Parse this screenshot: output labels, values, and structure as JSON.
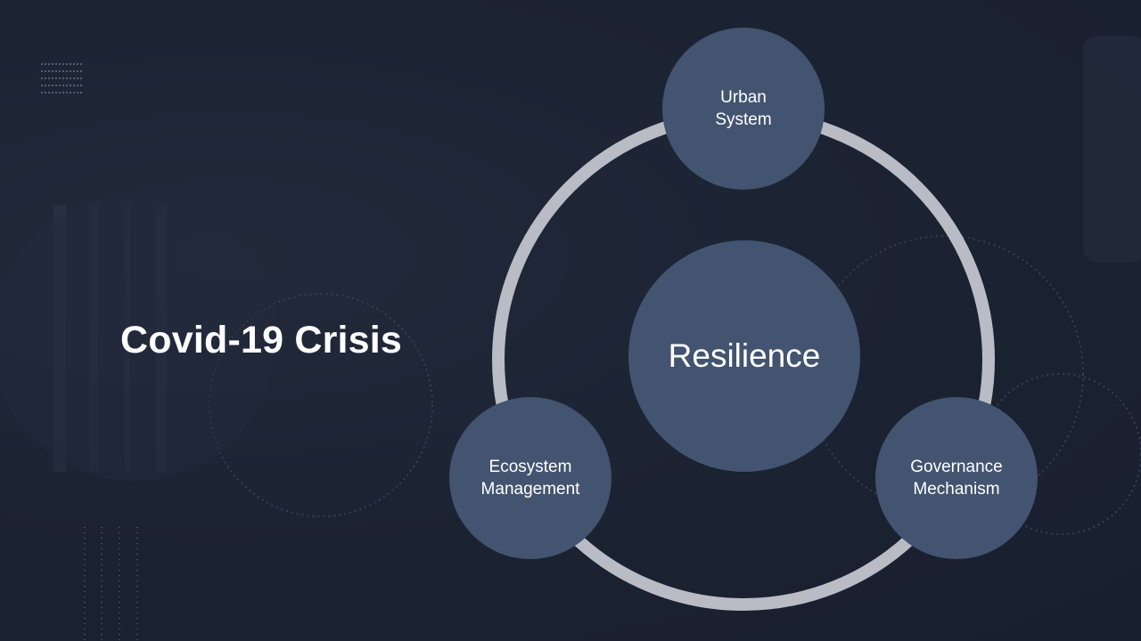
{
  "slide": {
    "title": "Covid-19 Crisis"
  },
  "diagram": {
    "center": "Resilience",
    "nodes": [
      {
        "id": "urban",
        "label": "Urban\nSystem"
      },
      {
        "id": "ecosystem",
        "label": "Ecosystem\nManagement"
      },
      {
        "id": "governance",
        "label": "Governance\nMechanism"
      }
    ]
  },
  "colors": {
    "background": "#1b2232",
    "node_fill": "#435470",
    "ring": "#b9bcc4",
    "text": "#ffffff"
  }
}
